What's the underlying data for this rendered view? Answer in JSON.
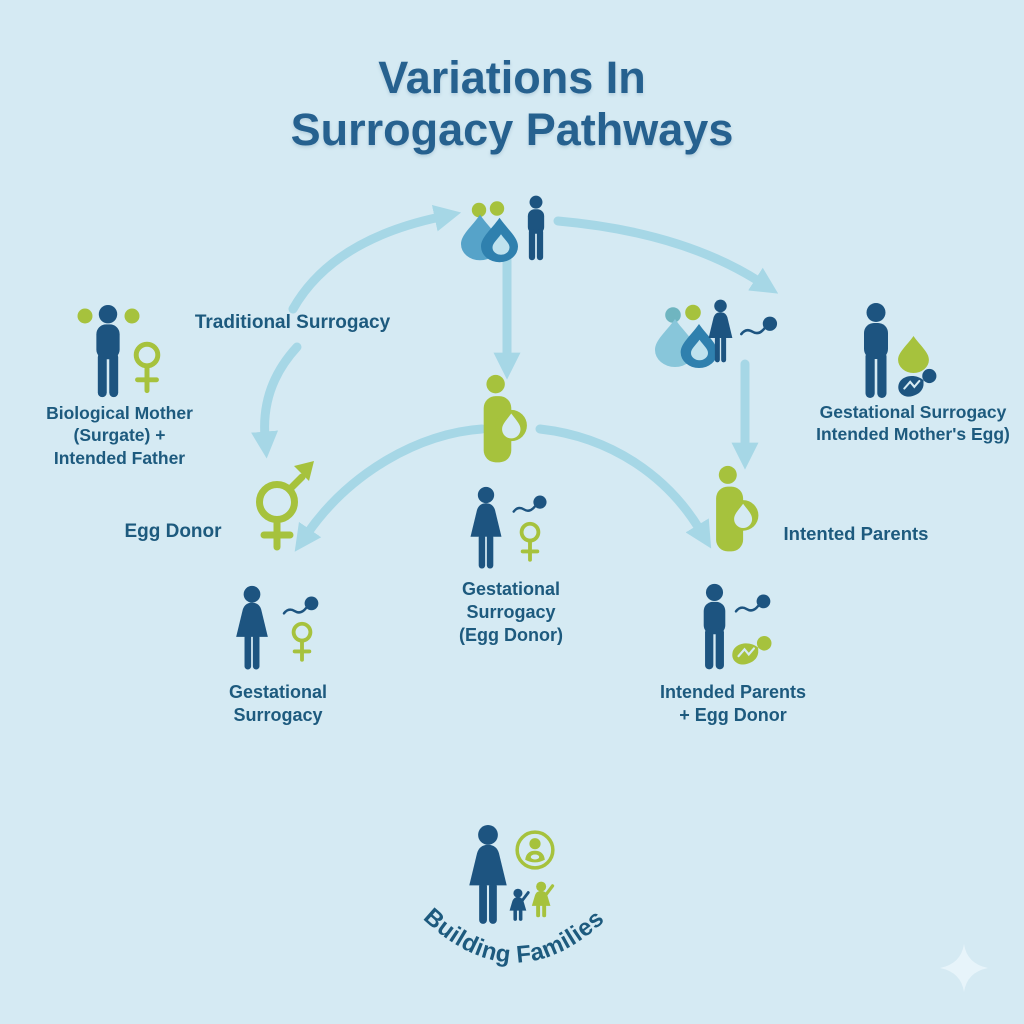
{
  "colors": {
    "bg": "#d5eaf3",
    "title": "#26618f",
    "text": "#1d5a7e",
    "navy": "#1d5480",
    "green": "#a6c23d",
    "teal": "#6fb5c0",
    "blue_mid": "#56a3c9",
    "blue_deep": "#2f80ae",
    "blue_pale": "#88c6da",
    "cutout": "#bfe2ee",
    "arrow": "#a6d7e6",
    "sparkle": "#e7f4fa"
  },
  "title": {
    "line1": "Variations In",
    "line2": "Surrogacy Pathways"
  },
  "labels": {
    "traditional": "Traditional Surrogacy",
    "bio_mother": [
      "Biological Mother",
      "(Surgate) +",
      "Intended Father"
    ],
    "egg_donor": "Egg Donor",
    "gest_left": [
      "Gestational",
      "Surrogacy"
    ],
    "gest_center": [
      "Gestational",
      "Surrogacy",
      "(Egg Donor)"
    ],
    "gest_right": [
      "Gestational Surrogacy",
      "Intended Mother's Egg)"
    ],
    "intented_parents": "Intented Parents",
    "parents_donor": [
      "Intended Parents",
      "+ Egg Donor"
    ],
    "logo": {
      "text": "Building Families"
    }
  },
  "icons": [
    "man-icon",
    "woman-icon",
    "pregnant-woman-icon",
    "egg-pair-icon",
    "sperm-icon",
    "female-symbol-icon",
    "male-female-symbol-icon",
    "baby-icon",
    "egg-icon",
    "mother-baby-ring-icon",
    "child-icon",
    "family-logo-icon",
    "sparkle-icon",
    "flow-arrow-icon"
  ]
}
